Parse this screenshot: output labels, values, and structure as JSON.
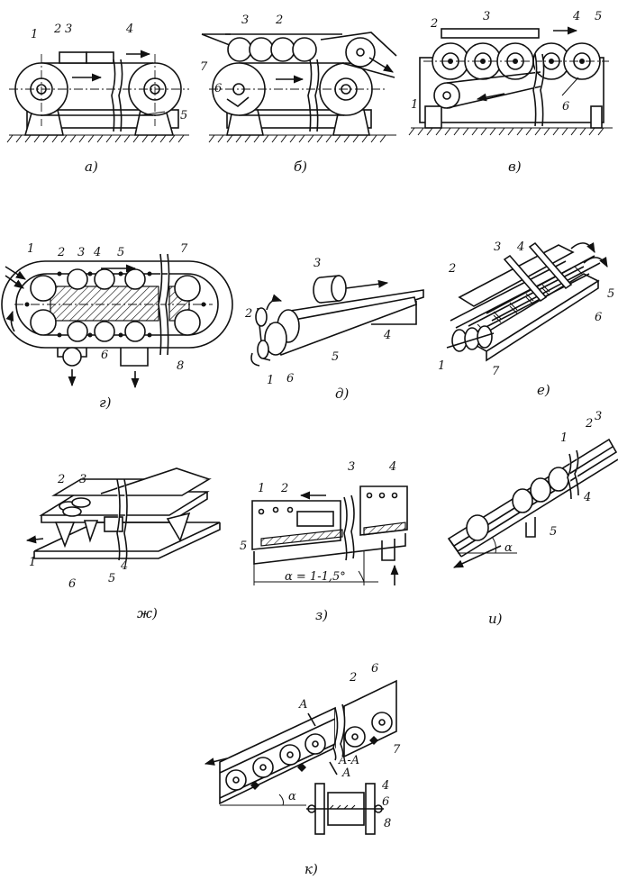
{
  "panels": [
    {
      "id": "a",
      "caption": "а)",
      "labels": [
        "1",
        "2",
        "3",
        "4",
        "5"
      ]
    },
    {
      "id": "b",
      "caption": "б)",
      "labels": [
        "3",
        "2",
        "7",
        "6"
      ]
    },
    {
      "id": "v",
      "caption": "в)",
      "labels": [
        "2",
        "3",
        "4",
        "5",
        "1",
        "6"
      ]
    },
    {
      "id": "g",
      "caption": "г)",
      "labels": [
        "1",
        "2",
        "3",
        "4",
        "5",
        "7",
        "6",
        "8"
      ]
    },
    {
      "id": "d",
      "caption": "д)",
      "labels": [
        "3",
        "2",
        "1",
        "6",
        "5",
        "4"
      ]
    },
    {
      "id": "e",
      "caption": "е)",
      "labels": [
        "3",
        "4",
        "2",
        "5",
        "6",
        "1",
        "7"
      ]
    },
    {
      "id": "zh",
      "caption": "ж)",
      "labels": [
        "2",
        "3",
        "1",
        "6",
        "5",
        "4"
      ]
    },
    {
      "id": "z",
      "caption": "з)",
      "labels": [
        "1",
        "2",
        "3",
        "4",
        "5"
      ],
      "angle": "α = 1-1,5°"
    },
    {
      "id": "i",
      "caption": "и)",
      "labels": [
        "1",
        "2",
        "3",
        "4",
        "5"
      ],
      "angle": "α"
    },
    {
      "id": "k",
      "caption": "к)",
      "labels": [
        "2",
        "6",
        "7",
        "4",
        "6",
        "8"
      ],
      "section": "A",
      "section_view": "A-A",
      "angle": "α"
    }
  ]
}
